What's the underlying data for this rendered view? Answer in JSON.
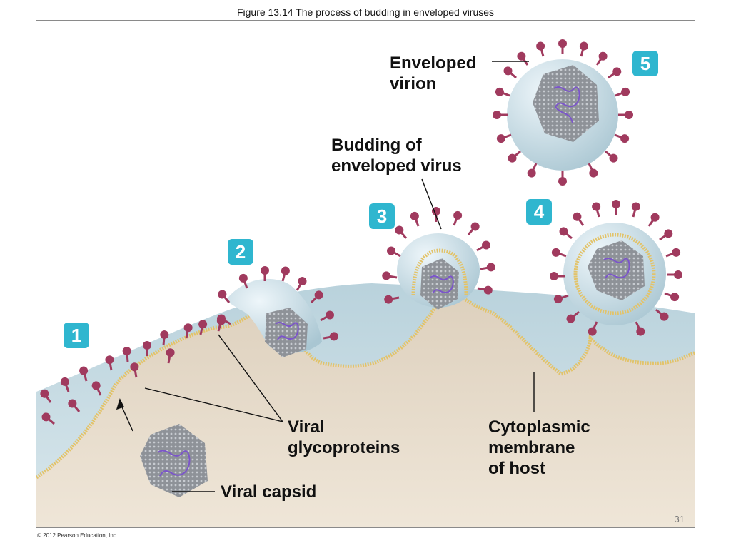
{
  "title": "Figure 13.14 The process of budding in enveloped viruses",
  "steps": [
    "1",
    "2",
    "3",
    "4",
    "5"
  ],
  "labels": {
    "enveloped_virion": "Enveloped\nvirion",
    "budding": "Budding of\nenveloped virus",
    "glycoproteins": "Viral\nglycoproteins",
    "cytoplasmic": "Cytoplasmic\nmembrane\nof host",
    "capsid": "Viral capsid"
  },
  "page_number": "31",
  "copyright": "© 2012 Pearson Education, Inc.",
  "colors": {
    "badge": "#2fb6cf",
    "cytoplasm": "#e8dccb",
    "envelope": "#c9dde6",
    "membrane": "#e2c36a",
    "spike": "#a03a5e"
  }
}
